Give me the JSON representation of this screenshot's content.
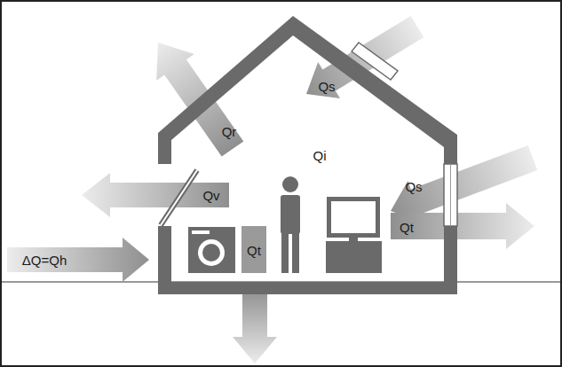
{
  "diagram": {
    "labels": [
      "Qs",
      "Qr",
      "Qi",
      "Qv",
      "Qs",
      "Qt",
      "Qt",
      "ΔQ=Qh"
    ]
  }
}
